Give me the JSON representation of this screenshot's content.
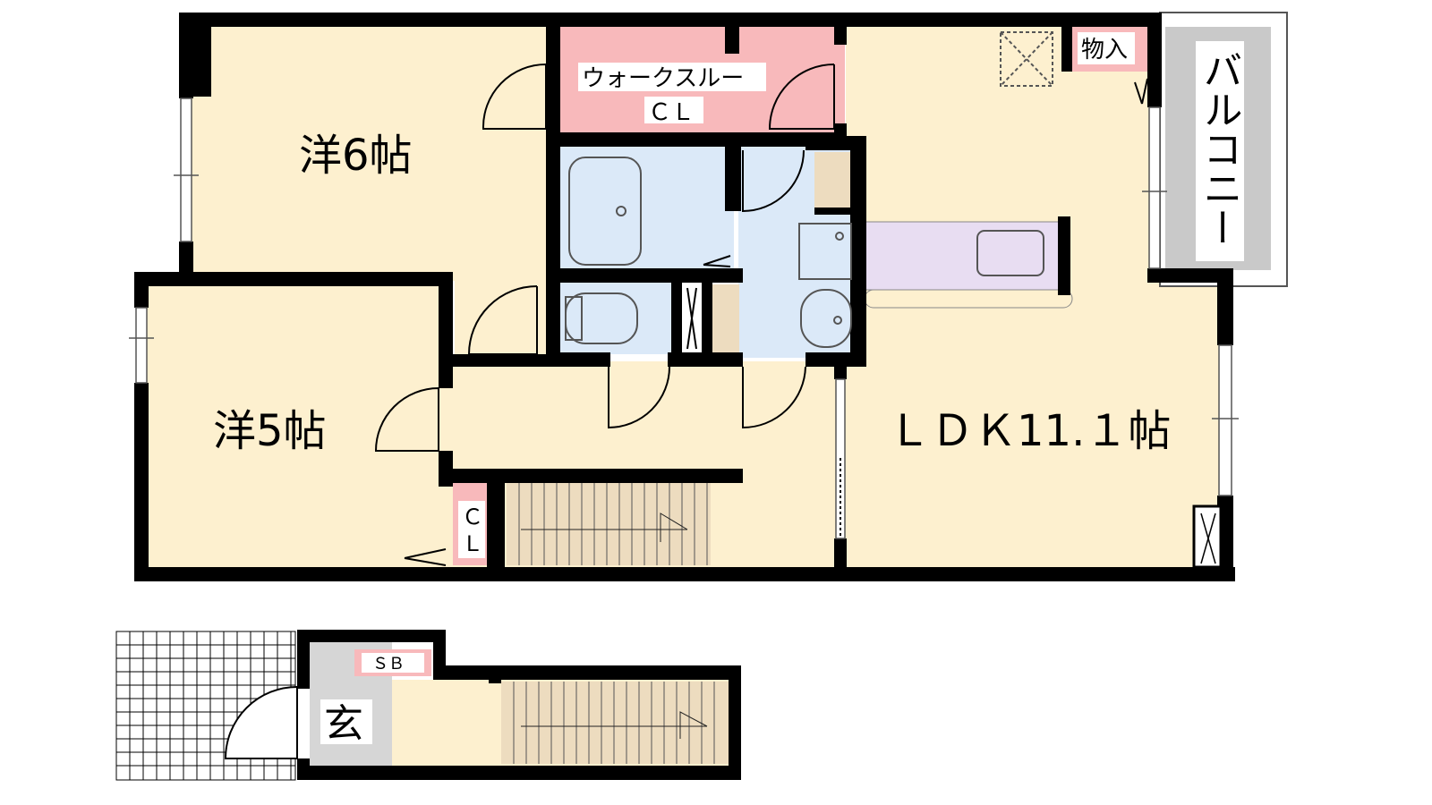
{
  "rooms": {
    "western6": "洋6帖",
    "western5": "洋5帖",
    "ldk": "ＬＤＫ11.１帖",
    "walkthrough_closet_line1": "ウォークスルー",
    "walkthrough_closet_line2": "ＣＬ",
    "closet_c": "Ｃ",
    "closet_l": "Ｌ",
    "storage": "物入",
    "balcony": "バルコニー",
    "entrance": "玄",
    "shoe_box": "ＳＢ"
  },
  "colors": {
    "room_floor": "#fdf0cf",
    "wet_area": "#dbe9f8",
    "closet": "#f8b9bb",
    "kitchen": "#e8ddf2",
    "balcony": "#c9c9c9",
    "entrance": "#d6d6d6",
    "wall": "#000000"
  }
}
